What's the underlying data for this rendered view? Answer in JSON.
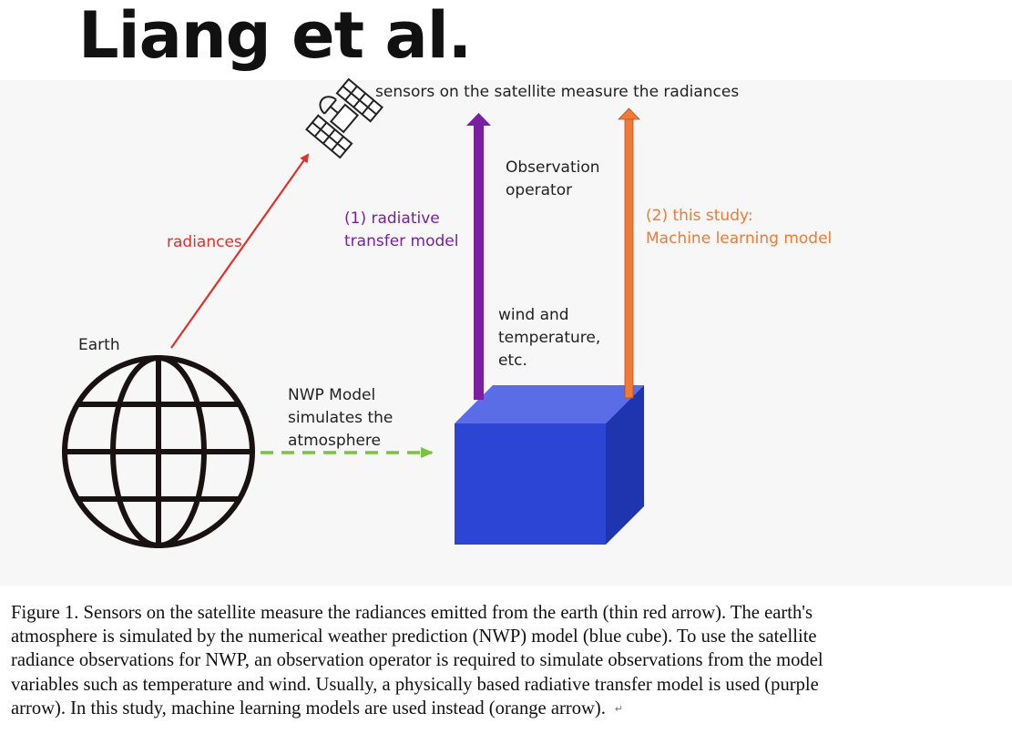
{
  "title": "Liang et al.",
  "labels": {
    "sensors": "sensors on the satellite measure the radiances",
    "radiances": "radiances",
    "earth": "Earth",
    "observation_operator": [
      "Observation",
      "operator"
    ],
    "rtm": [
      "(1) radiative",
      "transfer model"
    ],
    "ml": [
      "(2) this study:",
      "Machine learning model"
    ],
    "wind": [
      "wind and",
      "temperature,",
      "etc."
    ],
    "nwp": [
      "NWP Model",
      "simulates the",
      "atmosphere"
    ]
  },
  "caption_lines": [
    "Figure 1. Sensors on the satellite measure the radiances emitted from the earth (thin red arrow). The earth's",
    "atmosphere is simulated by the numerical weather prediction (NWP) model (blue cube). To use the satellite",
    "radiance observations for NWP, an observation operator is required to simulate observations from the model",
    "variables such as temperature and wind. Usually, a physically based radiative transfer model is used (purple",
    "arrow). In this study, machine learning models are used instead (orange arrow)."
  ],
  "colors": {
    "red": "#e0312b",
    "purple": "#7a1fa2",
    "orange": "#f07a36",
    "green": "#7cc242",
    "cube_front": "#2c45d4",
    "cube_top": "#5a6de6",
    "cube_side": "#1f35b0"
  },
  "icons": {
    "satellite": "satellite-icon",
    "earth": "globe-icon"
  }
}
